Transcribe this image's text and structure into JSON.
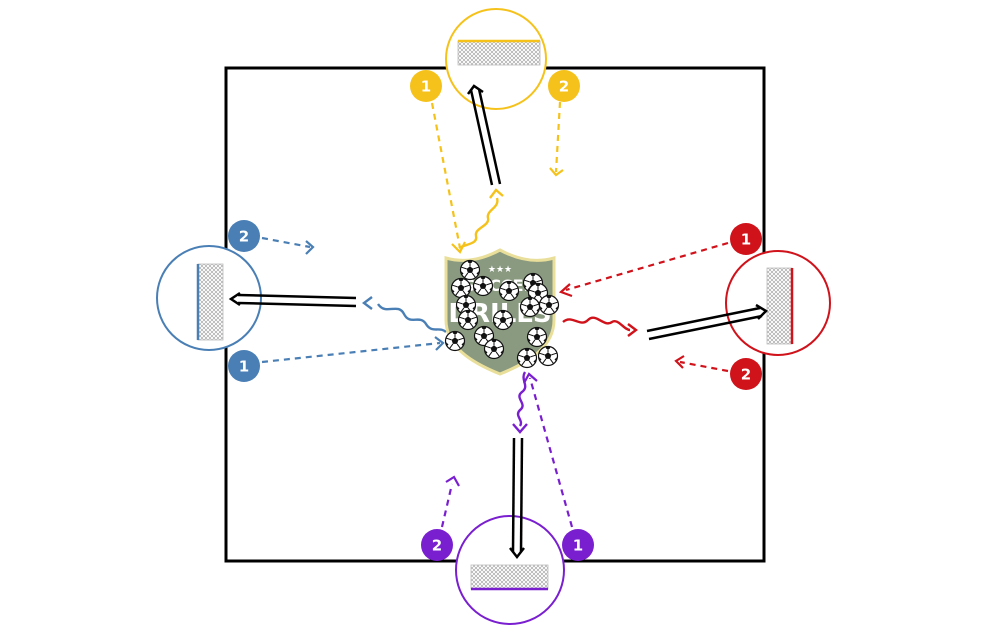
{
  "colors": {
    "yellow": "#f5c21b",
    "blue": "#4a7fb5",
    "red": "#d0121b",
    "purple": "#7a1fd0",
    "field_line": "#000000",
    "logo_green": "#8a9a80",
    "logo_border": "#e9df9a"
  },
  "players": {
    "yellow_1": "1",
    "yellow_2": "2",
    "blue_1": "1",
    "blue_2": "2",
    "red_1": "1",
    "red_2": "2",
    "purple_1": "1",
    "purple_2": "2"
  },
  "logo": {
    "line1": "SOCCER",
    "line2": "DRILLS",
    "stars": "★★★"
  },
  "icons": {
    "ball": "soccer-ball-icon",
    "goal": "goal-net-icon"
  }
}
